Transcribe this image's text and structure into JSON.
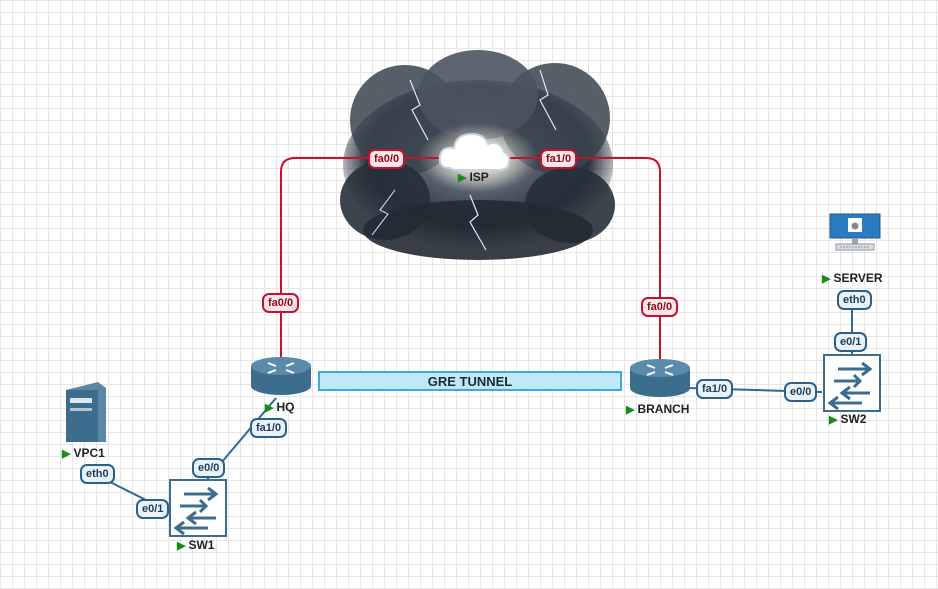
{
  "nodes": {
    "isp": "ISP",
    "hq": "HQ",
    "branch": "BRANCH",
    "server": "SERVER",
    "sw1": "SW1",
    "sw2": "SW2",
    "vpc1": "VPC1"
  },
  "ports": {
    "isp_left": "fa0/0",
    "isp_right": "fa1/0",
    "hq_up": "fa0/0",
    "hq_down": "fa1/0",
    "branch_up": "fa0/0",
    "branch_right": "fa1/0",
    "sw1_up": "e0/0",
    "sw1_left": "e0/1",
    "vpc1_port": "eth0",
    "sw2_left": "e0/0",
    "sw2_up": "e0/1",
    "server_port": "eth0"
  },
  "tunnel_label": "GRE TUNNEL",
  "colors": {
    "wan_link": "#c8102e",
    "lan_link": "#2c6a98",
    "tunnel_fill": "#bfe9fb",
    "tunnel_border": "#3da9e0",
    "device": "#3d6d8d",
    "running": "#1a8a1a"
  },
  "icons": {
    "isp": "cloud-icon",
    "hq": "router-icon",
    "branch": "router-icon",
    "sw1": "switch-icon",
    "sw2": "switch-icon",
    "vpc1": "pc-tower-icon",
    "server": "monitor-icon"
  }
}
